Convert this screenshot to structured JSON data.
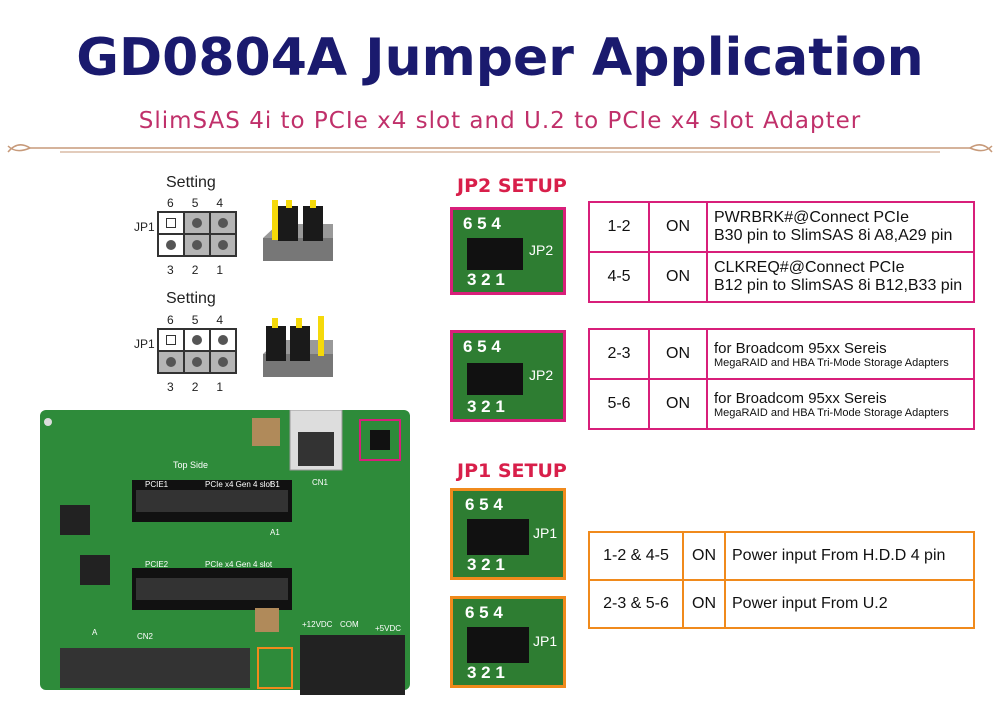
{
  "title": "GD0804A Jumper Application",
  "subtitle": "SlimSAS 4i to PCIe x4 slot and U.2 to PCIe x4 slot Adapter",
  "settings": [
    {
      "label": "Setting",
      "top_pins": [
        "6",
        "5",
        "4"
      ],
      "bottom_pins": [
        "3",
        "2",
        "1"
      ],
      "jp": "JP1"
    },
    {
      "label": "Setting",
      "top_pins": [
        "6",
        "5",
        "4"
      ],
      "bottom_pins": [
        "3",
        "2",
        "1"
      ],
      "jp": "JP1"
    }
  ],
  "jp2": {
    "title": "JP2 SETUP",
    "photo_labels": {
      "top": "6 5 4",
      "bottom": "3 2 1",
      "side": "JP2"
    },
    "table1": [
      {
        "pins": "1-2",
        "state": "ON",
        "desc1": "PWRBRK#@Connect PCIe",
        "desc2": "B30 pin to SlimSAS 8i A8,A29 pin"
      },
      {
        "pins": "4-5",
        "state": "ON",
        "desc1": "CLKREQ#@Connect PCIe",
        "desc2": "B12 pin to SlimSAS 8i B12,B33 pin"
      }
    ],
    "table2": [
      {
        "pins": "2-3",
        "state": "ON",
        "desc1": "for Broadcom 95xx Sereis",
        "desc2": "MegaRAID and HBA Tri-Mode Storage Adapters"
      },
      {
        "pins": "5-6",
        "state": "ON",
        "desc1": "for Broadcom 95xx Sereis",
        "desc2": "MegaRAID and HBA Tri-Mode Storage Adapters"
      }
    ]
  },
  "jp1": {
    "title": "JP1 SETUP",
    "photo_labels": {
      "top": "6 5 4",
      "bottom": "3 2 1",
      "side": "JP1"
    },
    "table": [
      {
        "pins": "1-2 & 4-5",
        "state": "ON",
        "desc": "Power input From H.D.D 4 pin"
      },
      {
        "pins": "2-3 & 5-6",
        "state": "ON",
        "desc": "Power input From U.2"
      }
    ]
  },
  "board": {
    "labels": {
      "top_side": "Top Side",
      "pcie1": "PCIE1",
      "pcie2": "PCIE2",
      "slot1": "PCIe x4 Gen 4 slot",
      "slot2": "PCIe x4 Gen 4 slot",
      "cn1": "CN1",
      "cn2": "CN2",
      "v12": "+12VDC",
      "v5": "+5VDC",
      "com": "COM",
      "a1": "A1",
      "b1": "B1",
      "a": "A"
    }
  },
  "colors": {
    "title": "#1a1a6e",
    "subtitle": "#c0306a",
    "pink": "#d81f7a",
    "orange": "#f08a1c",
    "pcb": "#2e8b3a"
  }
}
